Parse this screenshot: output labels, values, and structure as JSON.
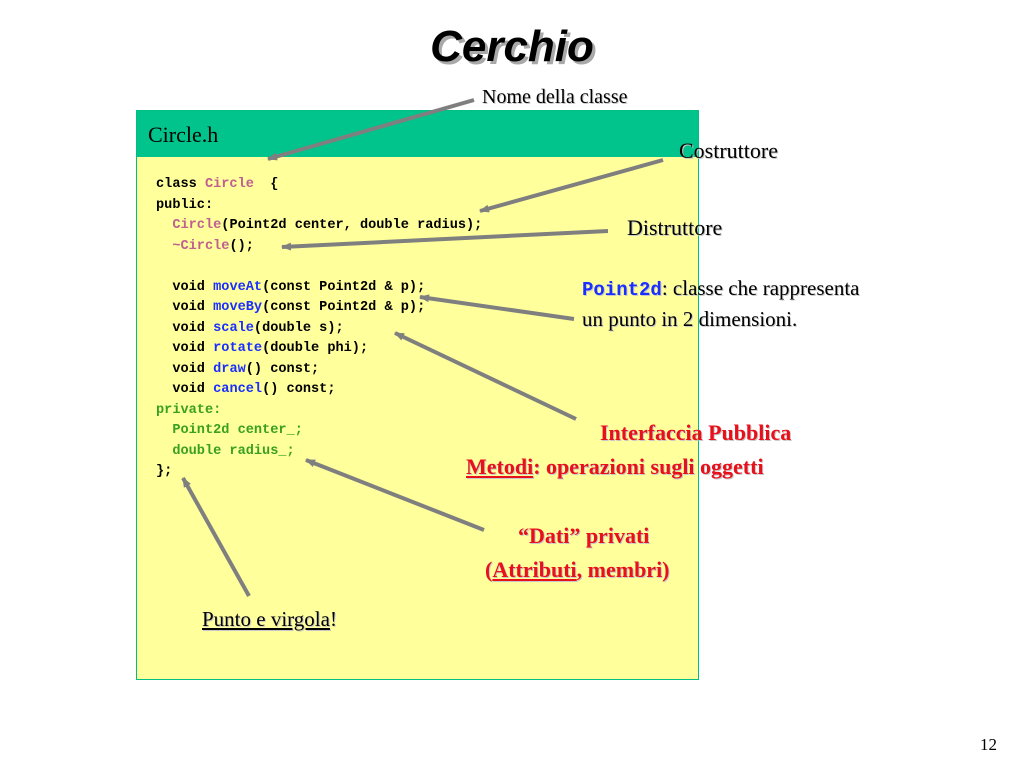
{
  "slide": {
    "title": "Cerchio",
    "page_number": "12",
    "header_file": "Circle.h"
  },
  "code": {
    "class_kw": "class ",
    "class_name": "Circle",
    "class_open": "  {",
    "public_kw": "public:",
    "ctor_name": "Circle",
    "ctor_args": "(Point2d center, double radius);",
    "dtor_name": "~Circle",
    "dtor_args": "();",
    "void_kw": "void ",
    "moveAt_name": "moveAt",
    "moveAt_args": "(const Point2d & p);",
    "moveBy_name": "moveBy",
    "moveBy_args": "(const Point2d & p);",
    "scale_name": "scale",
    "scale_args": "(double s);",
    "rotate_name": "rotate",
    "rotate_args": "(double phi);",
    "draw_name": "draw",
    "draw_args": "() const;",
    "cancel_name": "cancel",
    "cancel_args": "() const;",
    "private_kw": "private:",
    "field_center": "Point2d center_;",
    "field_radius": "double radius_;",
    "class_close": "};"
  },
  "annotations": {
    "nome_classe": "Nome della classe",
    "costruttore": "Costruttore",
    "distruttore": "Distruttore",
    "point2d_word": "Point2d",
    "point2d_desc_1": ": classe che rappresenta",
    "point2d_desc_2": "un punto in 2 dimensioni.",
    "interfaccia": "Interfaccia Pubblica",
    "metodi_word": "Metodi",
    "metodi_rest": ": operazioni sugli oggetti",
    "dati_privati": "“Dati” privati",
    "attr_open": "(",
    "attributi_word": "Attributi",
    "attr_rest": ", membri)",
    "punto_virgola": "Punto e virgola",
    "punto_virgola_excl": "!"
  },
  "colors": {
    "panel_bg": "#ffff9c",
    "header_bg": "#00c48c",
    "keyword_blue": "#1a2fff",
    "method_magenta": "#c06090",
    "private_green": "#3aa020",
    "label_red": "#e8101a",
    "arrow_gray": "#7f7f7f"
  }
}
